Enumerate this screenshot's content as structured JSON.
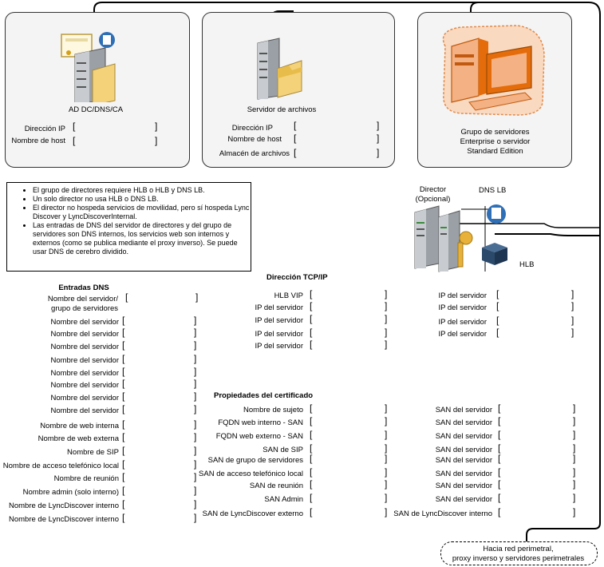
{
  "servers": {
    "ad": {
      "title": "AD DC/DNS/CA",
      "fields": [
        "Dirección IP",
        "Nombre de host"
      ]
    },
    "file": {
      "title": "Servidor de archivos",
      "fields": [
        "Dirección IP",
        "Nombre de host",
        "Almacén de archivos"
      ]
    },
    "pool": {
      "title_lines": [
        "Grupo de servidores",
        "Enterprise o servidor",
        "Standard Edition"
      ]
    }
  },
  "director": {
    "label_lines": [
      "Director",
      "(Opcional)"
    ],
    "dns_lb": "DNS LB",
    "hlb": "HLB"
  },
  "notes": [
    "El grupo de directores requiere HLB o HLB y DNS LB.",
    "Un solo director no usa HLB o DNS LB.",
    "El director no hospeda servicios de movilidad, pero sí hospeda Lync Discover y LyncDiscoverInternal.",
    "Las entradas de DNS del servidor de directores y del grupo de servidores son DNS internos, los servicios web son internos y externos (como se publica mediante el proxy inverso). Se puede usar DNS de cerebro dividido."
  ],
  "dns": {
    "title": "Entradas DNS",
    "first_lines": [
      "Nombre del servidor/",
      "grupo de servidores"
    ],
    "rows": [
      "Nombre del servidor",
      "Nombre del servidor",
      "Nombre del servidor",
      "Nombre del servidor",
      "Nombre del servidor",
      "Nombre del servidor",
      "Nombre del servidor",
      "Nombre del servidor",
      "Nombre de web interna",
      "Nombre de web externa",
      "Nombre de SIP",
      "Nombre de acceso telefónico local",
      "Nombre de reunión",
      "Nombre admin (solo interno)",
      "Nombre de LyncDiscover interno",
      "Nombre de LyncDiscover interno"
    ]
  },
  "tcpip": {
    "title": "Dirección TCP/IP",
    "left": [
      "HLB VIP",
      "IP del servidor",
      "IP del servidor",
      "IP del servidor",
      "IP del servidor"
    ],
    "right": [
      "IP del servidor",
      "IP del servidor",
      "IP del servidor",
      "IP del servidor"
    ]
  },
  "cert": {
    "title": "Propiedades del certificado",
    "left": [
      "Nombre de sujeto",
      "FQDN web interno - SAN",
      "FQDN web externo - SAN",
      "SAN de SIP",
      "SAN de grupo de servidores",
      "SAN de acceso telefónico local",
      "SAN de reunión",
      "SAN Admin",
      "SAN de LyncDiscover externo"
    ],
    "right": [
      "SAN del servidor",
      "SAN del servidor",
      "SAN del servidor",
      "SAN del servidor",
      "SAN del servidor",
      "SAN del servidor",
      "SAN del servidor",
      "SAN del servidor",
      "SAN de LyncDiscover interno"
    ]
  },
  "perimeter": {
    "lines": [
      "Hacia red perimetral,",
      "proxy inverso y servidores perimetrales"
    ]
  },
  "colors": {
    "box_fill": "#f4f4f4",
    "pool_glow": "#f4b183",
    "pool_computer": "#e46c0a",
    "server_grey": "#9aa0a6",
    "folder_yellow": "#f3d27a",
    "key_gold": "#e8b23a",
    "hlb_navy": "#2b4a6b",
    "dns_blue": "#2f6fb6"
  }
}
